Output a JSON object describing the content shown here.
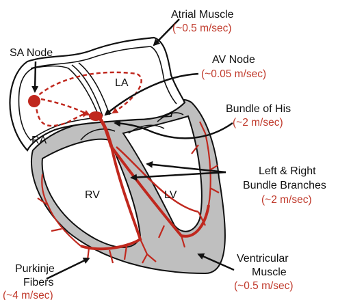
{
  "colors": {
    "conduction": "#c0281e",
    "speed_text": "#c0392b",
    "muscle_gray": "#bfbfbf",
    "outline": "#111111"
  },
  "chambers": {
    "ra": "RA",
    "la": "LA",
    "rv": "RV",
    "lv": "LV"
  },
  "labels": {
    "atrial_muscle": {
      "name": "Atrial Muscle",
      "speed": "(~0.5 m/sec)"
    },
    "sa_node": {
      "name": "SA Node"
    },
    "av_node": {
      "name": "AV Node",
      "speed": "(~0.05 m/sec)"
    },
    "bundle_his": {
      "name": "Bundle of His",
      "speed": "(~2 m/sec)"
    },
    "bundle_branches": {
      "line1": "Left & Right",
      "line2": "Bundle Branches",
      "speed": "(~2 m/sec)"
    },
    "ventricular_muscle": {
      "line1": "Ventricular",
      "line2": "Muscle",
      "speed": "(~0.5 m/sec)"
    },
    "purkinje": {
      "line1": "Purkinje",
      "line2": "Fibers",
      "speed": "(~4 m/sec)"
    }
  }
}
